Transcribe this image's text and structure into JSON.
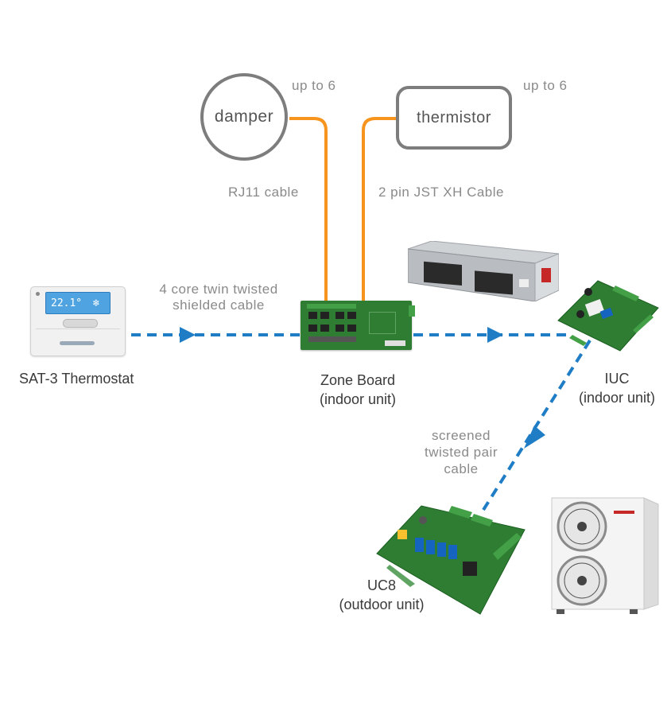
{
  "colors": {
    "orange_cable": "#f7941d",
    "blue_link": "#1f7dc6",
    "shape_stroke": "#7d7d7d",
    "pcb_green": "#2e7d32",
    "connector_green": "#43a047"
  },
  "nodes": {
    "damper": {
      "text": "damper",
      "count_note": "up to 6"
    },
    "thermistor": {
      "text": "thermistor",
      "count_note": "up to 6"
    },
    "thermostat": {
      "label": "SAT-3 Thermostat",
      "display_temp": "22.1°"
    },
    "zone_board": {
      "line1": "Zone Board",
      "line2": "(indoor unit)"
    },
    "iuc": {
      "line1": "IUC",
      "line2": "(indoor unit)"
    },
    "uc8": {
      "line1": "UC8",
      "line2": "(outdoor unit)"
    }
  },
  "cables": {
    "rj11": "RJ11 cable",
    "jst": "2 pin JST XH Cable",
    "thermo_line1": "4 core twin twisted",
    "thermo_line2": "shielded cable",
    "pair_line1": "screened",
    "pair_line2": "twisted pair",
    "pair_line3": "cable"
  },
  "icons": [
    "thermostat-image",
    "zone-board-image",
    "ducted-unit-image",
    "iuc-board-image",
    "uc8-board-image",
    "outdoor-unit-image"
  ]
}
